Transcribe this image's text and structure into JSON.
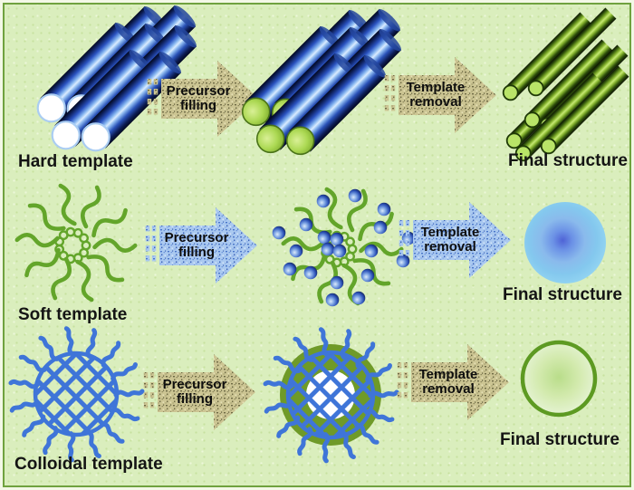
{
  "diagram": {
    "rows": [
      {
        "template_label": "Hard template",
        "final_label": "Final structure",
        "precursor_arrow": {
          "line1": "Precursor",
          "line2": "filling"
        },
        "removal_arrow": {
          "line1": "Template",
          "line2": "removal"
        },
        "graphics": {
          "template": "nanotube-bundle",
          "intermediate": "precursor-filled-nanotube-bundle",
          "final": "nanorod-bundle"
        }
      },
      {
        "template_label": "Soft template",
        "final_label": "Final structure",
        "precursor_arrow": {
          "line1": "Precursor",
          "line2": "filling"
        },
        "removal_arrow": {
          "line1": "Template",
          "line2": "removal"
        },
        "graphics": {
          "template": "micelle",
          "intermediate": "micelle-with-precursor-particles",
          "final": "solid-nanosphere"
        }
      },
      {
        "template_label": "Colloidal template",
        "final_label": "Final structure",
        "precursor_arrow": {
          "line1": "Precursor",
          "line2": "filling"
        },
        "removal_arrow": {
          "line1": "Template",
          "line2": "removal"
        },
        "graphics": {
          "template": "colloidal-particle",
          "intermediate": "shell-coated-colloidal-particle",
          "final": "hollow-nanosphere"
        }
      }
    ],
    "colors": {
      "background": "#daeebd",
      "frame_border": "#6fa23e",
      "tube_blue": "#2a52c0",
      "precursor_green": "#a8d848",
      "rod_green": "#9ccc40",
      "khaki_arrow": "#ccc593",
      "blue_arrow": "#aac9f0",
      "micelle_green": "#63a52a",
      "colloid_blue": "#3f75d8",
      "shell_olive": "#6f9a28",
      "sphere_blue": "#5a7ee0",
      "label_text": "#141414"
    }
  }
}
